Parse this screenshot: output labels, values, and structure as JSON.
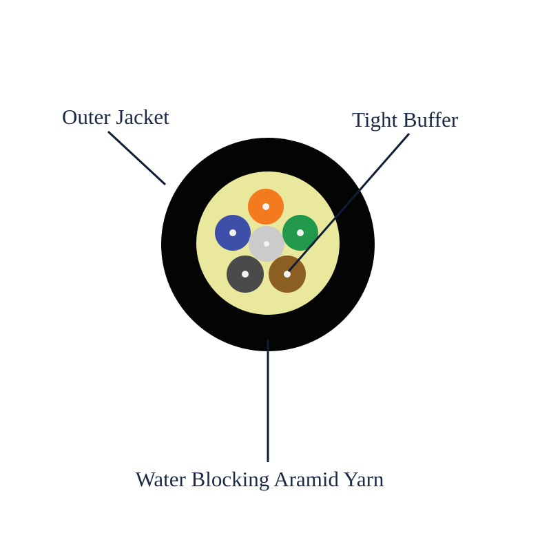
{
  "labels": {
    "outer_jacket": "Outer Jacket",
    "tight_buffer": "Tight Buffer",
    "water_blocking": "Water Blocking Aramid Yarn"
  },
  "colors": {
    "background": "#ffffff",
    "jacket": "#040404",
    "aramid_yarn": "#e9e89c",
    "label_text": "#1b2a44",
    "leader_line": "#0f1e36",
    "fiber_core": "#f2f2f2"
  },
  "fibers": [
    {
      "name": "orange-fiber",
      "color": "#f47a20"
    },
    {
      "name": "blue-fiber",
      "color": "#3d4fa8"
    },
    {
      "name": "white-fiber",
      "color": "#cbcbcb"
    },
    {
      "name": "green-fiber",
      "color": "#22994a"
    },
    {
      "name": "black-fiber",
      "color": "#4a4a4a"
    },
    {
      "name": "brown-fiber",
      "color": "#8b5e22"
    }
  ]
}
